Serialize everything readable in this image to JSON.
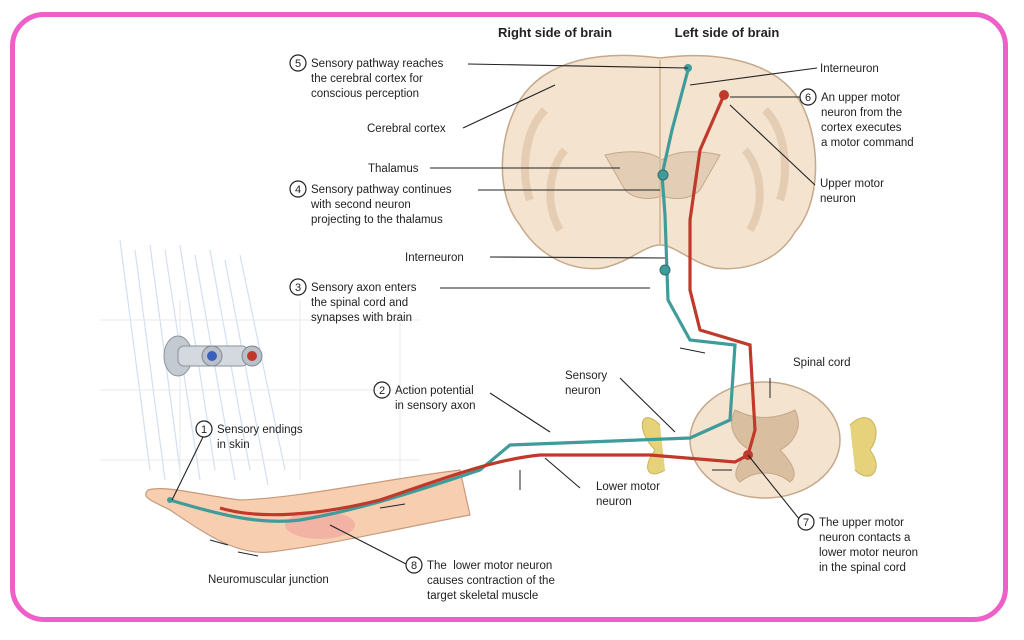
{
  "headers": {
    "right": "Right side of brain",
    "left": "Left side of brain"
  },
  "labels": {
    "cerebral_cortex": "Cerebral cortex",
    "thalamus": "Thalamus",
    "interneuron_brain": "Interneuron",
    "interneuron_cord": "Interneuron",
    "upper_motor_neuron": [
      "Upper motor",
      "neuron"
    ],
    "spinal_cord": "Spinal cord",
    "sensory_neuron": [
      "Sensory",
      "neuron"
    ],
    "lower_motor_neuron": [
      "Lower motor",
      "neuron"
    ],
    "neuromuscular_junction": "Neuromuscular junction"
  },
  "steps": [
    {
      "num": "1",
      "lines": [
        "Sensory endings",
        "in skin"
      ]
    },
    {
      "num": "2",
      "lines": [
        "Action potential",
        "in sensory axon"
      ]
    },
    {
      "num": "3",
      "lines": [
        "Sensory axon enters",
        "the spinal cord and",
        "synapses with brain"
      ]
    },
    {
      "num": "4",
      "lines": [
        "Sensory pathway continues",
        "with second neuron",
        "projecting to the thalamus"
      ]
    },
    {
      "num": "5",
      "lines": [
        "Sensory pathway reaches",
        "the cerebral cortex for",
        "conscious perception"
      ]
    },
    {
      "num": "6",
      "lines": [
        "An upper motor",
        "neuron from the",
        "cortex executes",
        "a motor command"
      ]
    },
    {
      "num": "7",
      "lines": [
        "The upper motor",
        "neuron contacts a",
        "lower motor neuron",
        "in the spinal cord"
      ]
    },
    {
      "num": "8",
      "lines": [
        "The  lower motor neuron",
        "causes contraction of the",
        "target skeletal muscle"
      ]
    }
  ],
  "colors": {
    "frame": "#ee5fc8",
    "sensory": "#3f9c9b",
    "motor": "#c0392b",
    "brain": "#f4e3cf",
    "nerve": "#e6d27a",
    "skin": "#f7cfb0"
  }
}
